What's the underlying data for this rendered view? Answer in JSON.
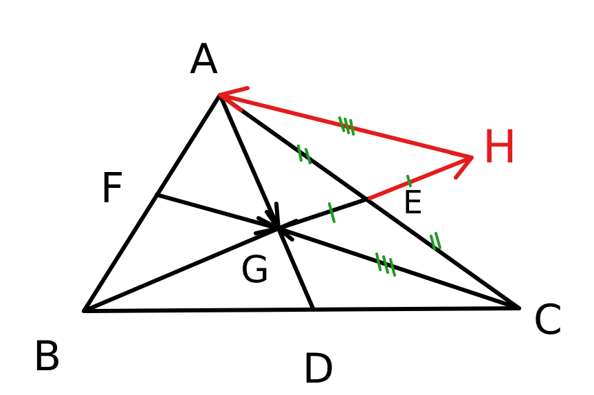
{
  "diagram": {
    "labels": {
      "A": "A",
      "B": "B",
      "C": "C",
      "D": "D",
      "E": "E",
      "F": "F",
      "G": "G",
      "H": "H"
    },
    "colors": {
      "ink": "#000000",
      "highlight": "#e31c1c",
      "tick_marks": "#1f9a1f"
    }
  }
}
